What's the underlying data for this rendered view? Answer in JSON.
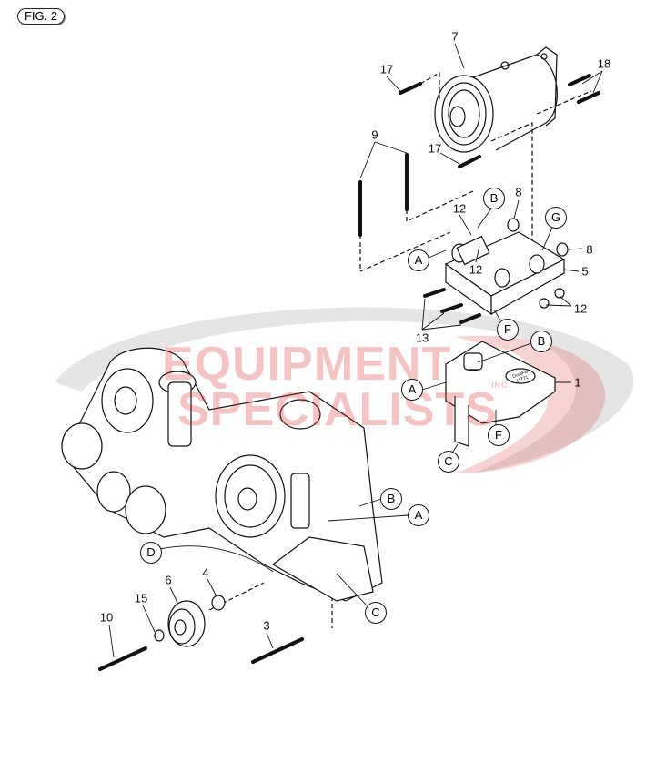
{
  "figure_label": "FIG. 2",
  "watermark": {
    "line1": "EQUIPMENT",
    "line2": "SPECIALISTS",
    "small": "INC.",
    "color": "#dc2828",
    "swoosh_color": "#c8c8c8"
  },
  "bracket_badge": "DuraFlo 11771",
  "callouts": [
    {
      "text": "7",
      "circled": false
    },
    {
      "text": "17",
      "circled": false
    },
    {
      "text": "18",
      "circled": false
    },
    {
      "text": "17",
      "circled": false
    },
    {
      "text": "9",
      "circled": false
    },
    {
      "text": "B",
      "circled": true
    },
    {
      "text": "8",
      "circled": false
    },
    {
      "text": "12",
      "circled": false
    },
    {
      "text": "G",
      "circled": true
    },
    {
      "text": "A",
      "circled": true
    },
    {
      "text": "12",
      "circled": false
    },
    {
      "text": "8",
      "circled": false
    },
    {
      "text": "5",
      "circled": false
    },
    {
      "text": "12",
      "circled": false
    },
    {
      "text": "13",
      "circled": false
    },
    {
      "text": "F",
      "circled": true
    },
    {
      "text": "B",
      "circled": true
    },
    {
      "text": "A",
      "circled": true
    },
    {
      "text": "1",
      "circled": false
    },
    {
      "text": "F",
      "circled": true
    },
    {
      "text": "C",
      "circled": true
    },
    {
      "text": "B",
      "circled": true
    },
    {
      "text": "A",
      "circled": true
    },
    {
      "text": "D",
      "circled": true
    },
    {
      "text": "6",
      "circled": false
    },
    {
      "text": "4",
      "circled": false
    },
    {
      "text": "15",
      "circled": false
    },
    {
      "text": "10",
      "circled": false
    },
    {
      "text": "3",
      "circled": false
    },
    {
      "text": "C",
      "circled": true
    }
  ]
}
